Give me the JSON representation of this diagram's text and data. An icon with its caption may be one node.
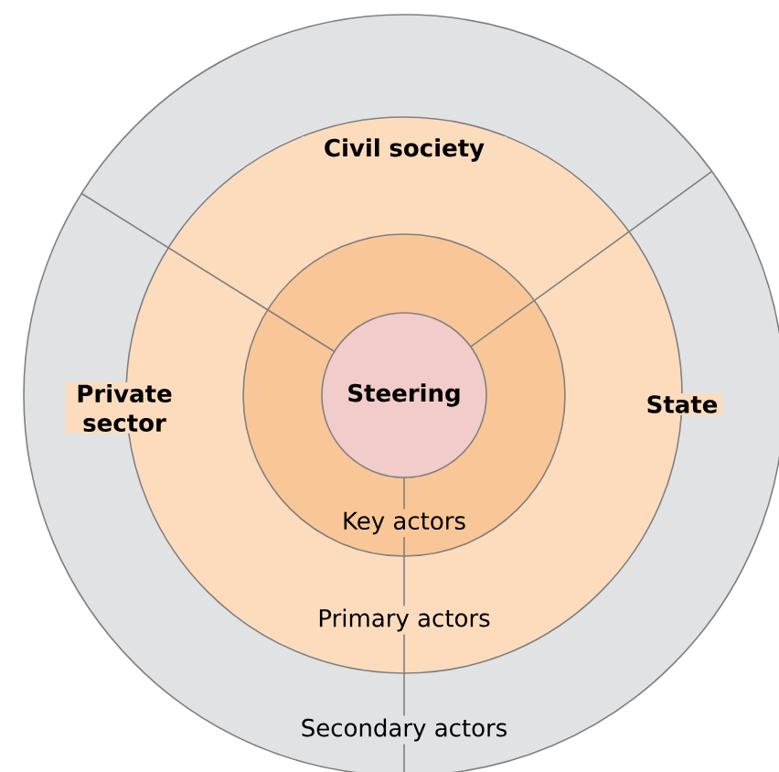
{
  "diagram": {
    "nodes": [
      {
        "text": [
          "Secondary actors"
        ]
      },
      {
        "text": [
          "Primary actors"
        ],
        "in": 0
      },
      {
        "text": [
          "Key actors"
        ],
        "in": 1
      },
      {
        "text": [
          "Steering"
        ],
        "in": 2
      }
    ],
    "labels": [
      "Civil society",
      "Private sector",
      "State"
    ]
  }
}
